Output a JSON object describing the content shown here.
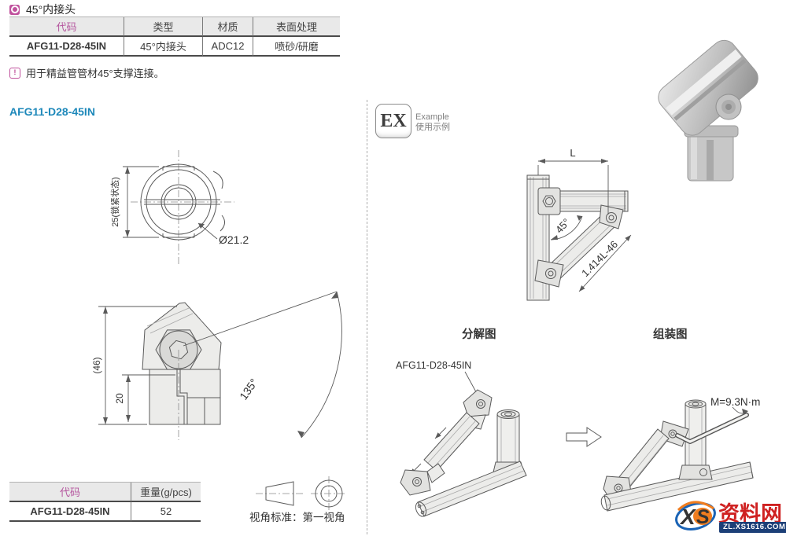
{
  "colors": {
    "accent_magenta": "#c0519d",
    "code_blue": "#1d88ba",
    "callout_teal": "#35a0c0",
    "table_header_bg": "#e9e9e9",
    "logo_red": "#cf2121",
    "logo_navy": "#1c3f77",
    "logo_blue": "#1a63b5",
    "logo_orange": "#f07d1f"
  },
  "header": {
    "title": "45°内接头"
  },
  "spec_table": {
    "headers": [
      "代码",
      "类型",
      "材质",
      "表面处理"
    ],
    "row": {
      "code": "AFG11-D28-45IN",
      "type": "45°内接头",
      "material": "ADC12",
      "finish": "喷砂/研磨"
    }
  },
  "note": {
    "glyph": "!",
    "text": "用于精益管管材45°支撑连接。"
  },
  "model_label": "AFG11-D28-45IN",
  "drawings": {
    "top_view": {
      "height_dim": "25(锁紧状态)",
      "diameter_dim": "Ø21.2"
    },
    "front_view": {
      "overall_dim": "(46)",
      "lower_dim": "20",
      "angle_dim": "135°"
    }
  },
  "example": {
    "badge": "EX",
    "label_en": "Example",
    "label_cn": "使用示例",
    "length_dim": "L",
    "angle_dim": "45°",
    "diagonal_dim": "1.414L-46",
    "exploded_title": "分解图",
    "assembled_title": "组装图",
    "part_callout": "AFG11-D28-45IN",
    "torque": "M=9.3N·m"
  },
  "weight_table": {
    "headers": [
      "代码",
      "重量(g/pcs)"
    ],
    "row": {
      "code": "AFG11-D28-45IN",
      "weight": "52"
    }
  },
  "projection": {
    "caption": "视角标准：第一视角"
  },
  "watermark": {
    "logo_x": "X",
    "logo_s": "S",
    "site_name": "资料网",
    "site_url": "ZL.XS1616.COM"
  }
}
